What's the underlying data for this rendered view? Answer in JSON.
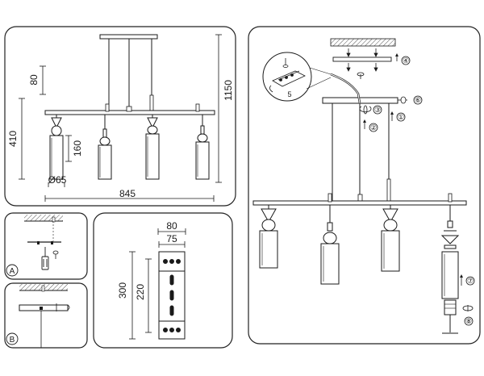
{
  "panels": {
    "dimensions": {
      "height_total": "1150",
      "canopy_gap": "80",
      "shade_height": "410",
      "bottle_height": "160",
      "bottle_diameter": "Ø65",
      "bar_width": "845"
    },
    "step_a": {
      "label": "A"
    },
    "step_b": {
      "label": "B"
    },
    "bracket": {
      "outer_width": "80",
      "inner_width": "75",
      "height": "300",
      "inner_height": "220"
    },
    "assembly": {
      "steps": [
        "①",
        "②",
        "③",
        "④",
        "⑤",
        "⑥",
        "⑦",
        "⑧"
      ],
      "inset_step": "5"
    }
  },
  "colors": {
    "line": "#1a1a1a",
    "panel_border": "#222222",
    "fill": "#ffffff",
    "hatch": "#555555"
  }
}
